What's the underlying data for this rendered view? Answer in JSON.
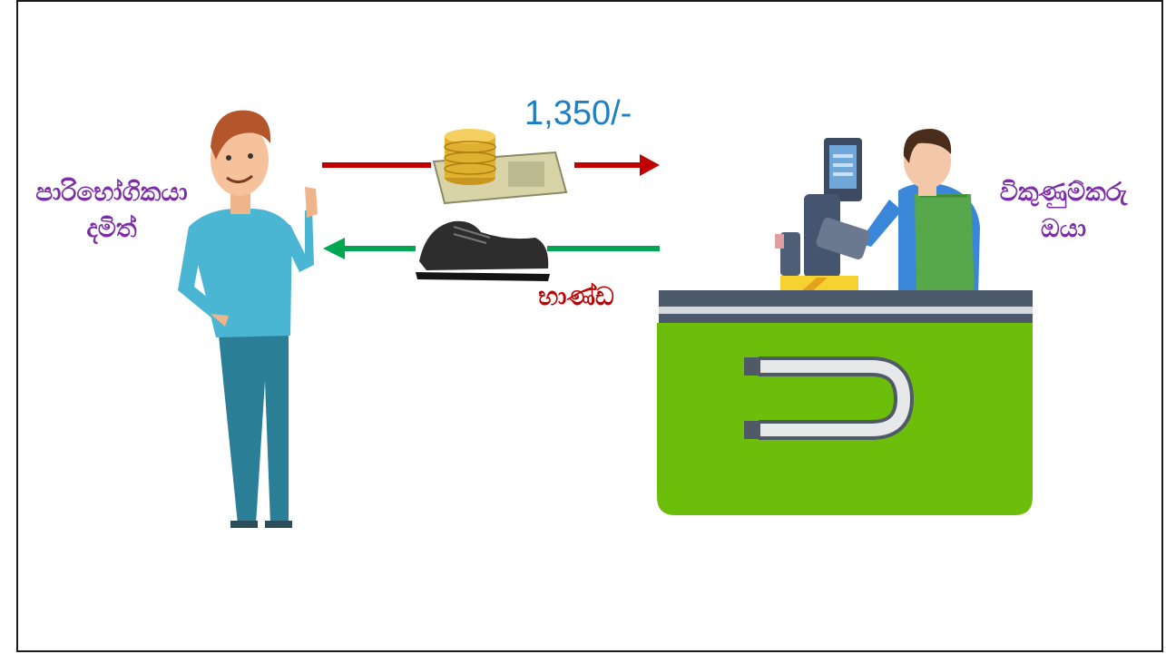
{
  "customer": {
    "role": "පාරිභෝගිකයා",
    "name": "දමිත්"
  },
  "seller": {
    "role": "විකුණුම්කරු",
    "name": "ඔයා"
  },
  "payment": {
    "amount": "1,350/-"
  },
  "goods": {
    "label": "භාණ්ඩ"
  },
  "colors": {
    "payment_arrow": "#c00000",
    "goods_arrow": "#00a651",
    "label_purple": "#7a2ea6",
    "price_blue": "#1f7fc4",
    "counter_green": "#6dbe0a"
  },
  "icons": [
    "customer-figure",
    "coins-and-cash-icon",
    "shoe-icon",
    "cashier-figure",
    "checkout-counter"
  ]
}
